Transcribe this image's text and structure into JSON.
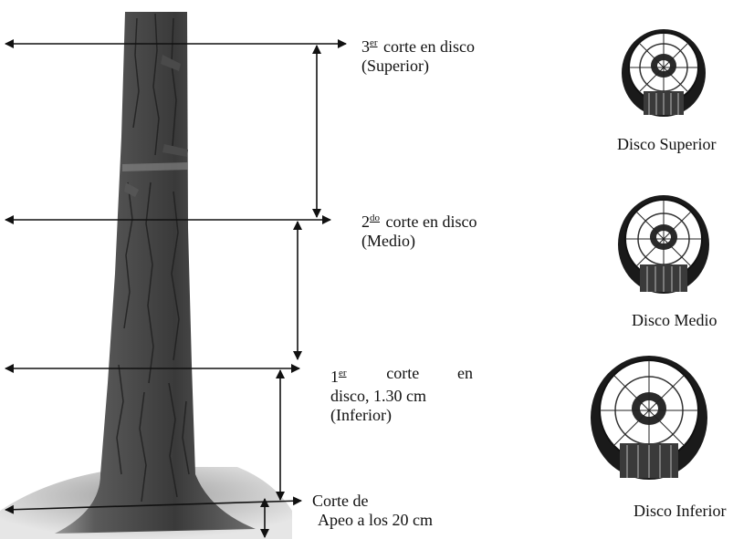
{
  "labels": {
    "cut3_num": "3",
    "cut3_sup": "er",
    "cut3_rest": " corte en disco",
    "cut3_pos": "(Superior)",
    "cut2_num": "2",
    "cut2_sup": "do",
    "cut2_rest": " corte en disco",
    "cut2_pos": "(Medio)",
    "cut1_num": "1",
    "cut1_sup": "er",
    "cut1_word": "corte",
    "cut1_en": "en",
    "cut1_line2": "disco, 1.30 cm",
    "cut1_pos": "(Inferior)",
    "felling_line1": "Corte de",
    "felling_line2": "Apeo a los 20 cm"
  },
  "discs": {
    "top": "Disco Superior",
    "middle": "Disco Medio",
    "bottom": "Disco Inferior"
  },
  "colors": {
    "arrow": "#111111",
    "bark_dark": "#2e2e2e",
    "bark_light": "#6b6b6b",
    "ground": "#bdbdbd"
  }
}
